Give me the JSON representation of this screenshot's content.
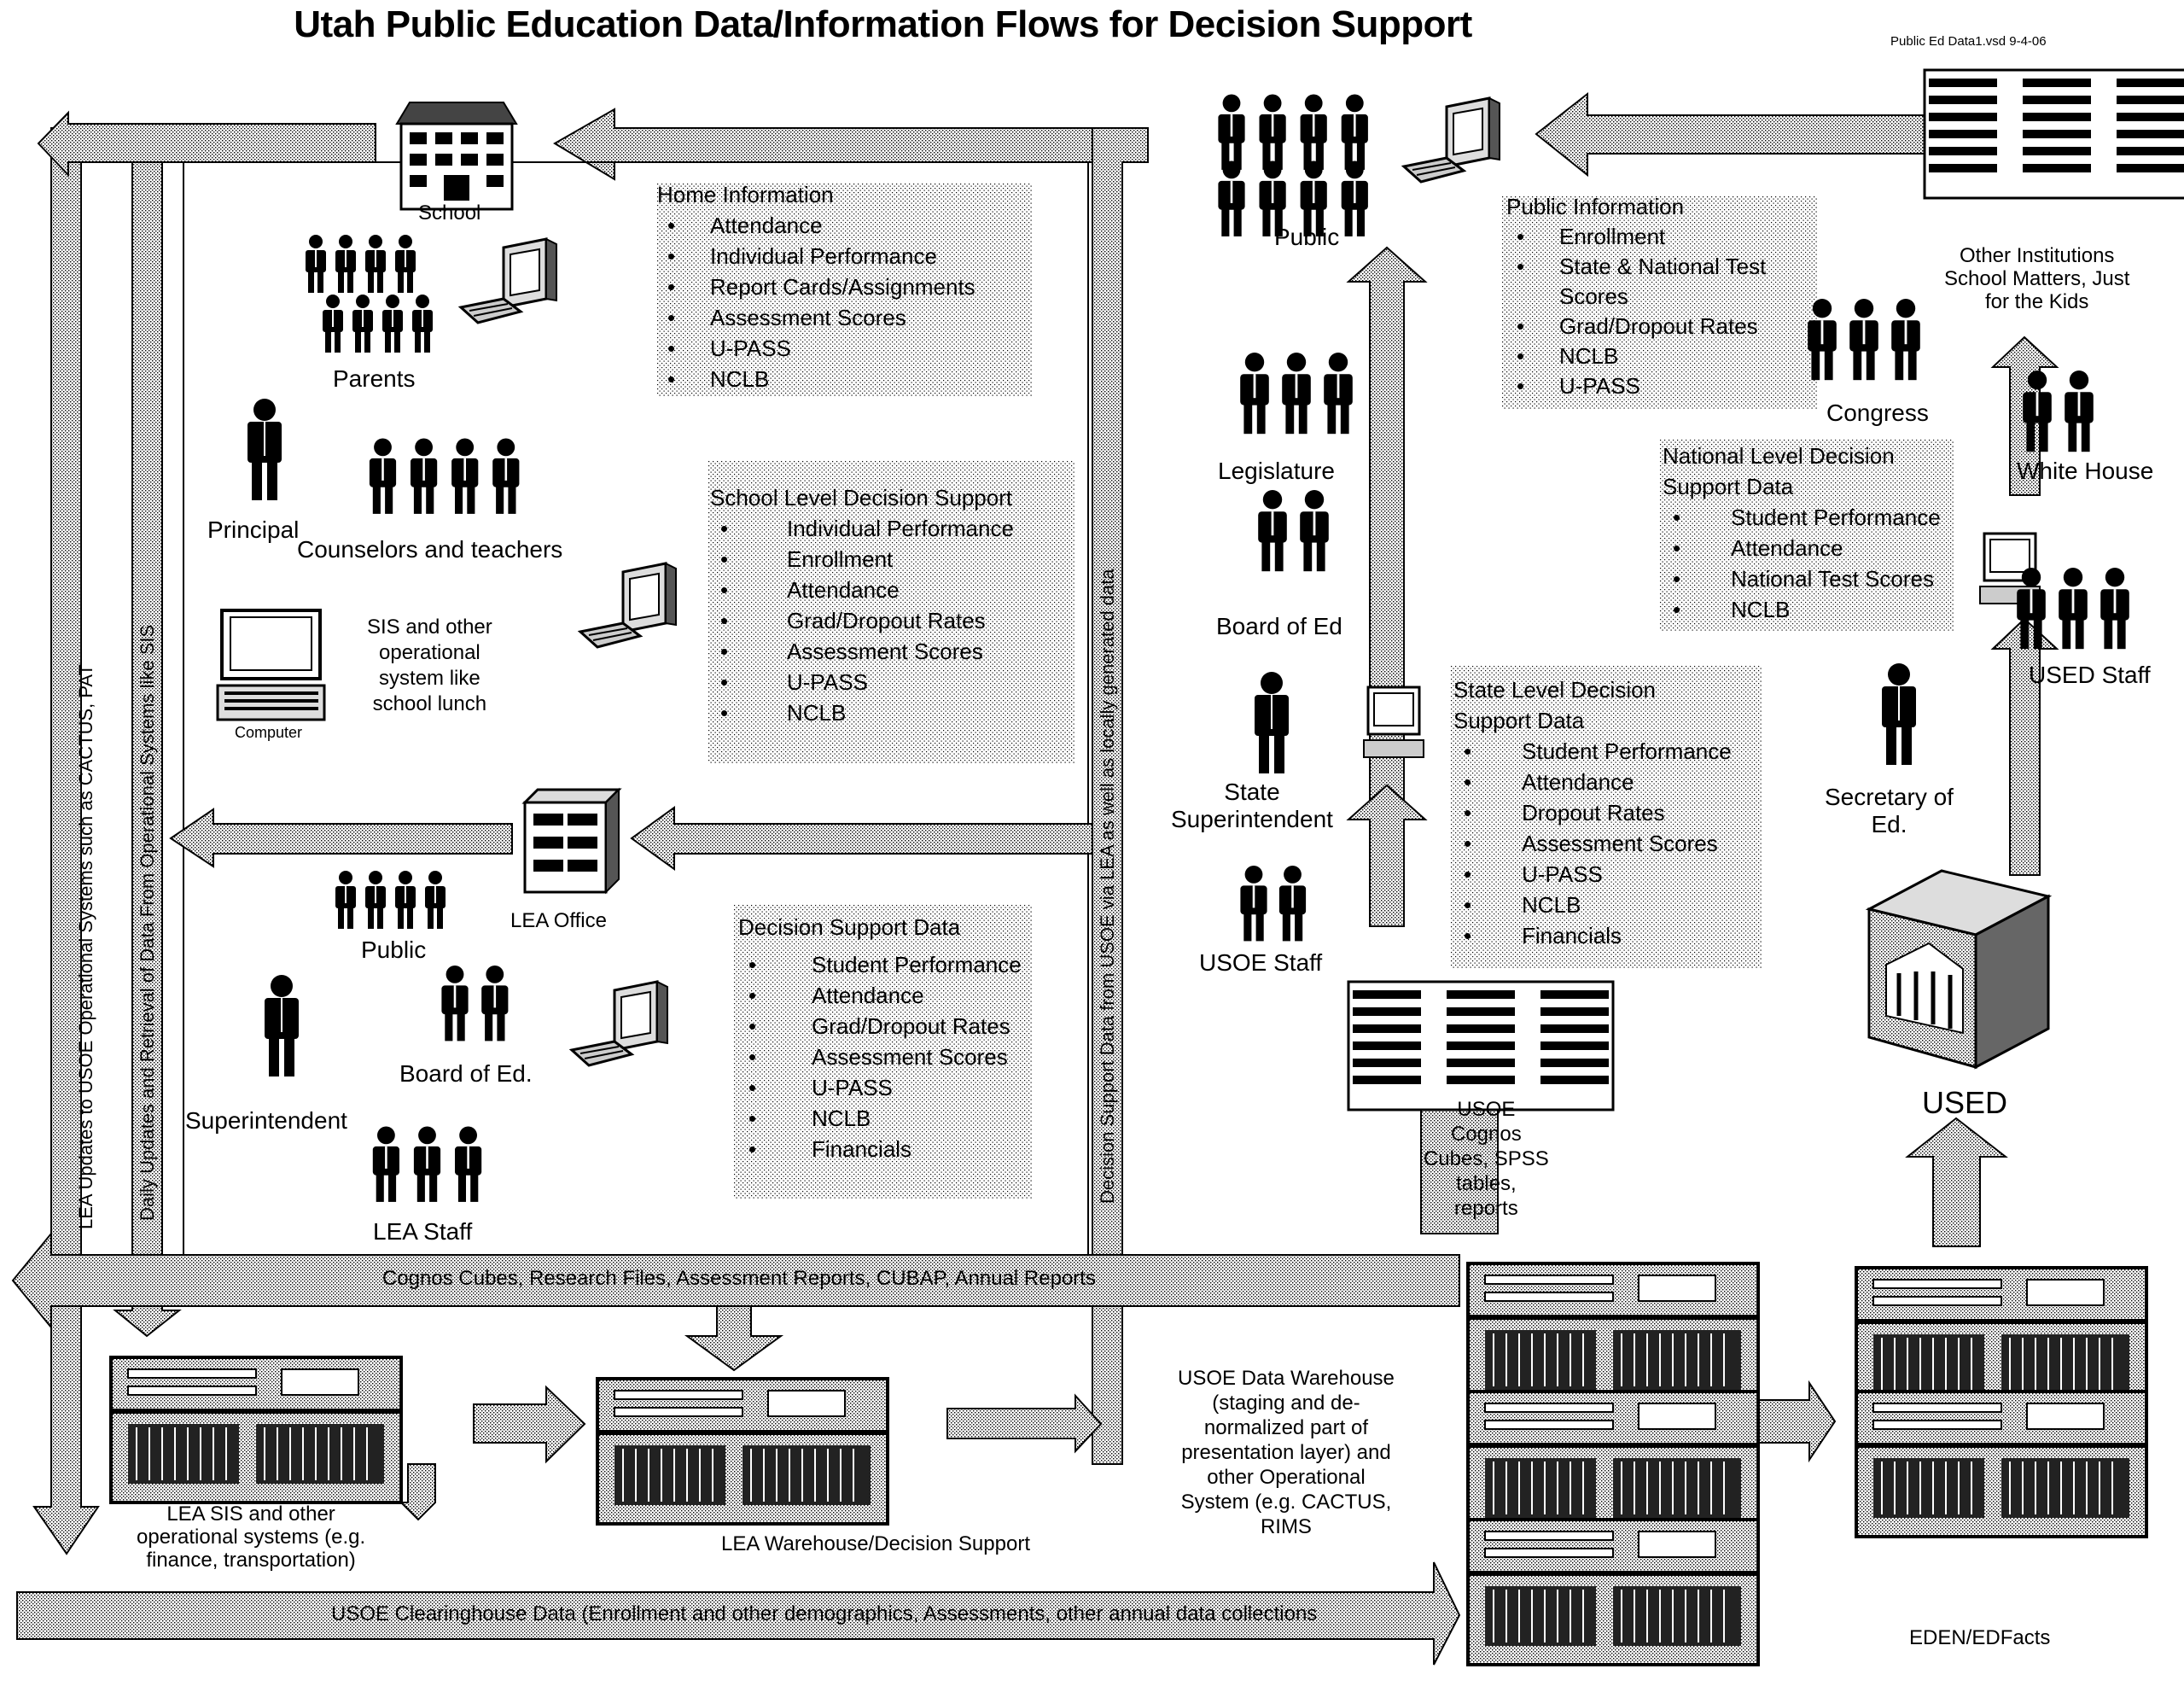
{
  "title": "Utah Public Education Data/Information Flows for Decision Support",
  "file_reference": "Public Ed Data1.vsd 9-4-06",
  "left_section": {
    "school": "School",
    "parents": "Parents",
    "principal": "Principal",
    "counselors_teachers": "Counselors and teachers",
    "sis_label": [
      "SIS and other",
      "operational",
      "system like",
      "school lunch"
    ],
    "computer": "Computer",
    "lea_office": "LEA Office",
    "public": "Public",
    "board_of_ed": "Board of Ed.",
    "superintendent": "Superintendent",
    "lea_staff": "LEA Staff",
    "lea_sis": [
      "LEA SIS and other",
      "operational systems (e.g.",
      "finance, transportation)"
    ],
    "lea_warehouse": "LEA Warehouse/Decision Support"
  },
  "info_boxes": {
    "home": {
      "title": "Home Information",
      "items": [
        "Attendance",
        "Individual Performance",
        "Report Cards/Assignments",
        "Assessment Scores",
        "U-PASS",
        "NCLB"
      ]
    },
    "school_level": {
      "title": "School Level Decision Support",
      "items": [
        "Individual Performance",
        "Enrollment",
        "Attendance",
        "Grad/Dropout Rates",
        "Assessment Scores",
        "U-PASS",
        "NCLB"
      ]
    },
    "decision_support": {
      "title": "Decision Support Data",
      "items": [
        "Student Performance",
        "Attendance",
        "Grad/Dropout Rates",
        "Assessment Scores",
        "U-PASS",
        "NCLB",
        "Financials"
      ]
    },
    "public_info": {
      "title": "Public Information",
      "items": [
        "Enrollment",
        "State & National Test Scores",
        "Grad/Dropout Rates",
        "NCLB",
        "U-PASS"
      ]
    },
    "state_level": {
      "title": "State Level Decision Support Data",
      "items": [
        "Student Performance",
        "Attendance",
        "Dropout Rates",
        "Assessment Scores",
        "U-PASS",
        "NCLB",
        "Financials"
      ]
    },
    "national_level": {
      "title": "National Level Decision Support Data",
      "items": [
        "Student Performance",
        "Attendance",
        "National Test Scores",
        "NCLB"
      ]
    }
  },
  "right_section": {
    "public": "Public",
    "legislature": "Legislature",
    "board_of_ed": "Board of Ed",
    "state_superintendent": [
      "State",
      "Superintendent"
    ],
    "usoe_staff": "USOE Staff",
    "usoe_cognos": [
      "USOE",
      "Cognos",
      "Cubes, SPSS",
      "tables,",
      "reports"
    ],
    "usoe_warehouse": [
      "USOE Data Warehouse",
      "(staging and de-",
      "normalized part of",
      "presentation layer) and",
      "other Operational",
      "System (e.g. CACTUS,",
      "RIMS"
    ],
    "other_institutions": [
      "Other Institutions",
      "School Matters, Just",
      "for the Kids"
    ],
    "congress": "Congress",
    "white_house": "White House",
    "used_staff": "USED Staff",
    "secretary": [
      "Secretary of",
      "Ed."
    ],
    "used": "USED",
    "eden": "EDEN/EDFacts"
  },
  "arrows": {
    "cognos_files": "Cognos Cubes, Research Files, Assessment Reports, CUBAP, Annual Reports",
    "clearinghouse": "USOE Clearinghouse Data (Enrollment and other demographics, Assessments, other annual data collections",
    "lea_updates": "LEA Updates to USOE Operational Systems such as CACTUS, PAT",
    "daily_updates": "Daily Updates and Retrieval of Data From Operational Systems like SIS",
    "decision_support_vertical": "Decision Support Data from USOE via LEA as well as locally generated data"
  }
}
